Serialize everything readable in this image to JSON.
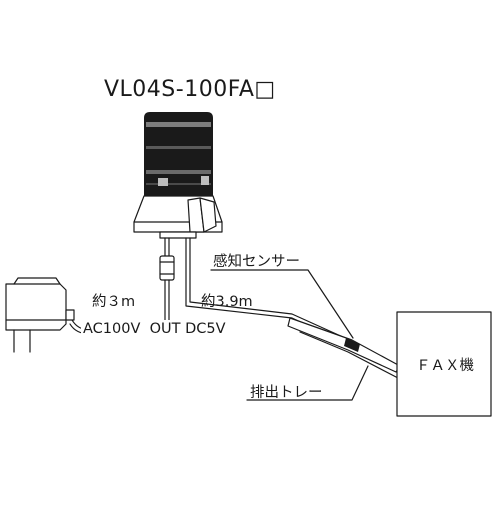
{
  "title": "VL04S-100FA□",
  "labels": {
    "sensor": "感知センサー",
    "cable_left": "約３m",
    "cable_right": "約3.9m",
    "power": "AC100V  OUT DC5V",
    "tray": "排出トレー",
    "fax": "ＦＡＸ機"
  }
}
